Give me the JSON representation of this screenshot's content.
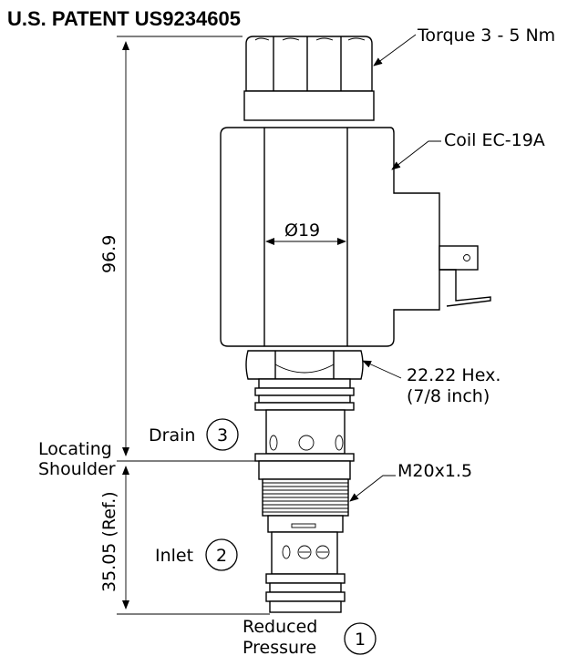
{
  "title": "U.S. PATENT US9234605",
  "callouts": {
    "torque": "Torque 3 - 5 Nm",
    "coil": "Coil EC-19A",
    "diameter": "Ø19",
    "hex_line1": "22.22 Hex.",
    "hex_line2": "(7/8 inch)",
    "thread": "M20x1.5"
  },
  "dimensions": {
    "overall_height": "96.9",
    "ref_height": "35.05 (Ref.)",
    "shoulder_line1": "Locating",
    "shoulder_line2": "Shoulder"
  },
  "ports": [
    {
      "label": "Drain",
      "number": "3"
    },
    {
      "label": "Inlet",
      "number": "2"
    },
    {
      "label_line1": "Reduced",
      "label_line2": "Pressure",
      "number": "1"
    }
  ]
}
